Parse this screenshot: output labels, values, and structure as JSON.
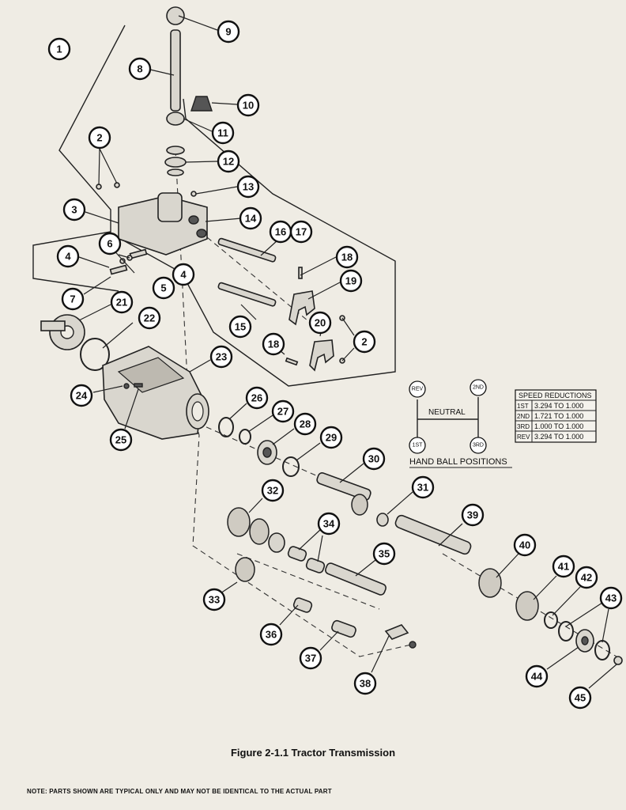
{
  "figure": {
    "caption": "Figure 2-1.1   Tractor Transmission",
    "note": "NOTE: PARTS SHOWN ARE TYPICAL ONLY AND MAY NOT BE IDENTICAL TO THE ACTUAL PART"
  },
  "shift_pattern": {
    "title": "HAND BALL POSITIONS",
    "neutral": "NEUTRAL",
    "positions": [
      "REV",
      "2ND",
      "1ST",
      "3RD"
    ]
  },
  "speed_table": {
    "header": "SPEED REDUCTIONS",
    "rows": [
      {
        "gear": "1ST",
        "ratio": "3.294 TO 1.000"
      },
      {
        "gear": "2ND",
        "ratio": "1.721 TO 1.000"
      },
      {
        "gear": "3RD",
        "ratio": "1.000 TO 1.000"
      },
      {
        "gear": "REV",
        "ratio": "3.294 TO 1.000"
      }
    ]
  },
  "callouts": [
    "1",
    "2",
    "3",
    "4",
    "5",
    "6",
    "7",
    "8",
    "9",
    "10",
    "11",
    "12",
    "13",
    "14",
    "15",
    "16",
    "17",
    "18",
    "19",
    "20",
    "21",
    "22",
    "23",
    "24",
    "25",
    "26",
    "27",
    "28",
    "29",
    "30",
    "31",
    "32",
    "33",
    "34",
    "35",
    "36",
    "37",
    "38",
    "39",
    "40",
    "41",
    "42",
    "43",
    "44",
    "45"
  ],
  "colors": {
    "paper": "#efece4",
    "ink": "#111111"
  }
}
